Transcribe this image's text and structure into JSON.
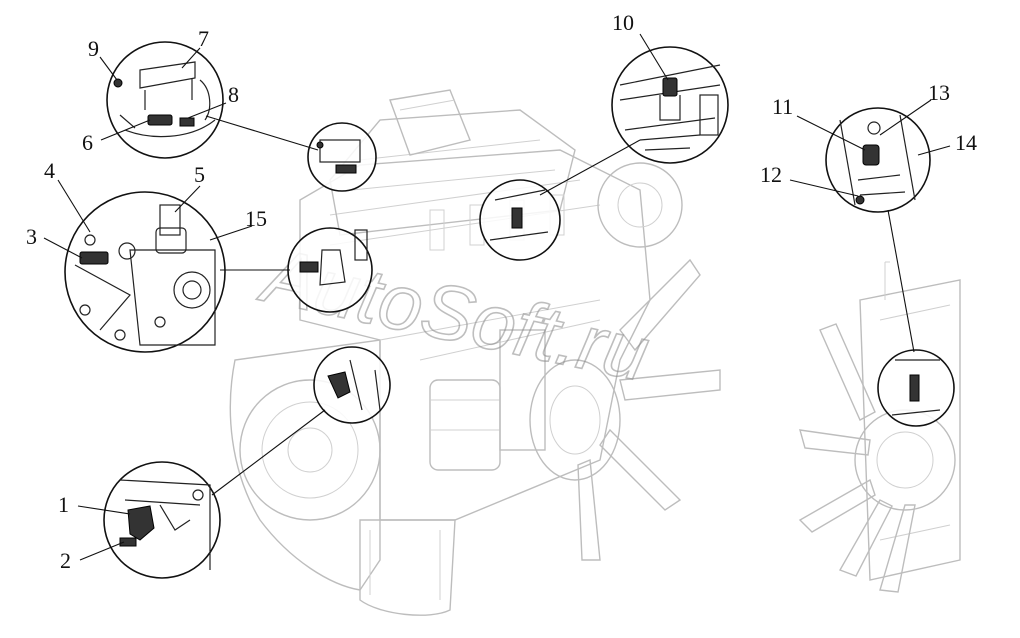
{
  "watermark": "AutoSoft.ru",
  "callouts": [
    {
      "id": "1",
      "text": "1"
    },
    {
      "id": "2",
      "text": "2"
    },
    {
      "id": "3",
      "text": "3"
    },
    {
      "id": "4",
      "text": "4"
    },
    {
      "id": "5",
      "text": "5"
    },
    {
      "id": "6",
      "text": "6"
    },
    {
      "id": "7",
      "text": "7"
    },
    {
      "id": "8",
      "text": "8"
    },
    {
      "id": "9",
      "text": "9"
    },
    {
      "id": "10",
      "text": "10"
    },
    {
      "id": "11",
      "text": "11"
    },
    {
      "id": "12",
      "text": "12"
    },
    {
      "id": "13",
      "text": "13"
    },
    {
      "id": "14",
      "text": "14"
    },
    {
      "id": "15",
      "text": "15"
    }
  ],
  "colors": {
    "engine_line": "#bdbdbd",
    "detail_line": "#222222",
    "watermark": "#8a8a8a"
  }
}
